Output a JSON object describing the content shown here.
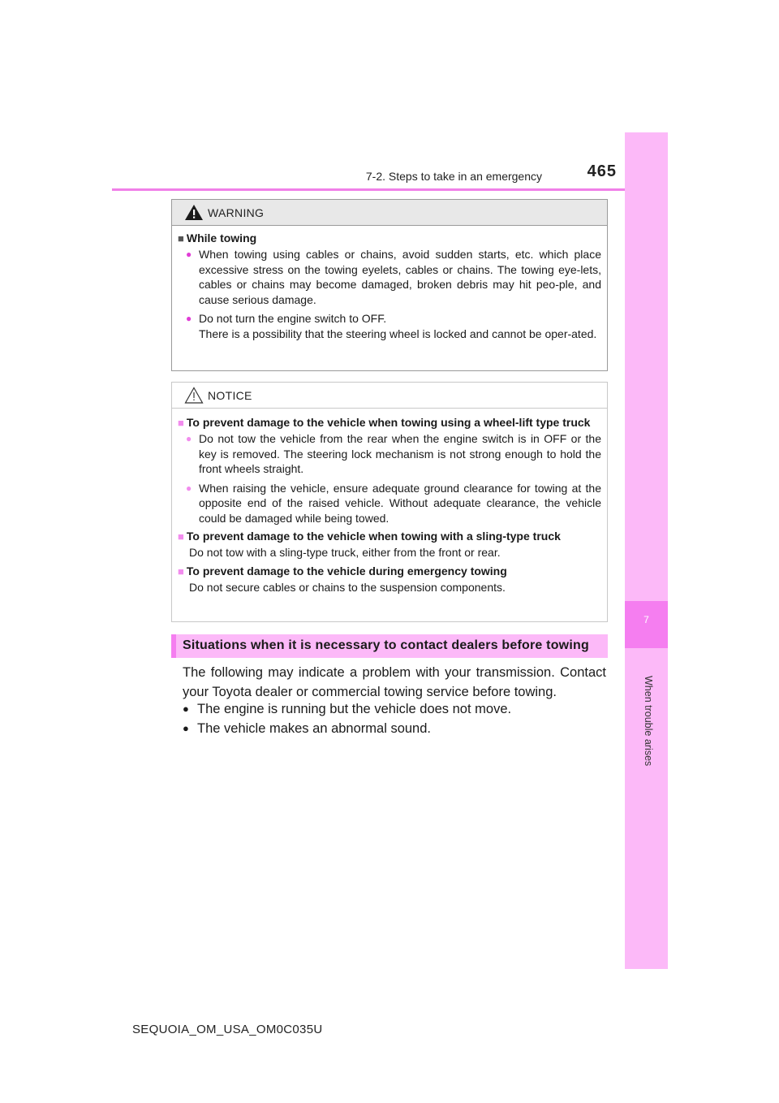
{
  "header": {
    "page_number": "465",
    "section_ref": "7-2. Steps to take in an emergency"
  },
  "side_tab": {
    "chapter_number": "7",
    "chapter_title": "When trouble arises"
  },
  "warning": {
    "label": "WARNING",
    "heading": "While towing",
    "items": [
      "When towing using cables or chains, avoid sudden starts, etc. which place excessive stress on the towing eyelets, cables or chains. The towing eye-lets, cables or chains may become damaged, broken debris may hit peo-ple, and cause serious damage.",
      "Do not turn the engine switch to OFF.",
      "There is a possibility that the steering wheel is locked and cannot be oper-ated."
    ]
  },
  "notice": {
    "label": "NOTICE",
    "sections": [
      {
        "heading": "To prevent damage to the vehicle when towing using a wheel-lift type truck",
        "items": [
          "Do not tow the vehicle from the rear when the engine switch is in OFF or the key is removed. The steering lock mechanism is not strong enough to hold the front wheels straight.",
          "When raising the vehicle, ensure adequate ground clearance for towing at the opposite end of the raised vehicle. Without adequate clearance, the vehicle could be damaged while being towed."
        ]
      },
      {
        "heading": "To prevent damage to the vehicle when towing with a sling-type truck",
        "text": "Do not tow with a sling-type truck, either from the front or rear."
      },
      {
        "heading": "To prevent damage to the vehicle during emergency towing",
        "text": "Do not secure cables or chains to the suspension components."
      }
    ]
  },
  "section": {
    "heading": "Situations when it is necessary to contact dealers before towing",
    "body": "The following may indicate a problem with your transmission. Contact your Toyota dealer or commercial towing service before towing.",
    "bullets": [
      "The engine is running but the vehicle does not move.",
      "The vehicle makes an abnormal sound."
    ]
  },
  "footer": {
    "doc_code": "SEQUOIA_OM_USA_OM0C035U"
  },
  "colors": {
    "accent_pink": "#f57ef0",
    "light_pink": "#fcb9f8",
    "warning_bullet": "#e13cd6"
  }
}
